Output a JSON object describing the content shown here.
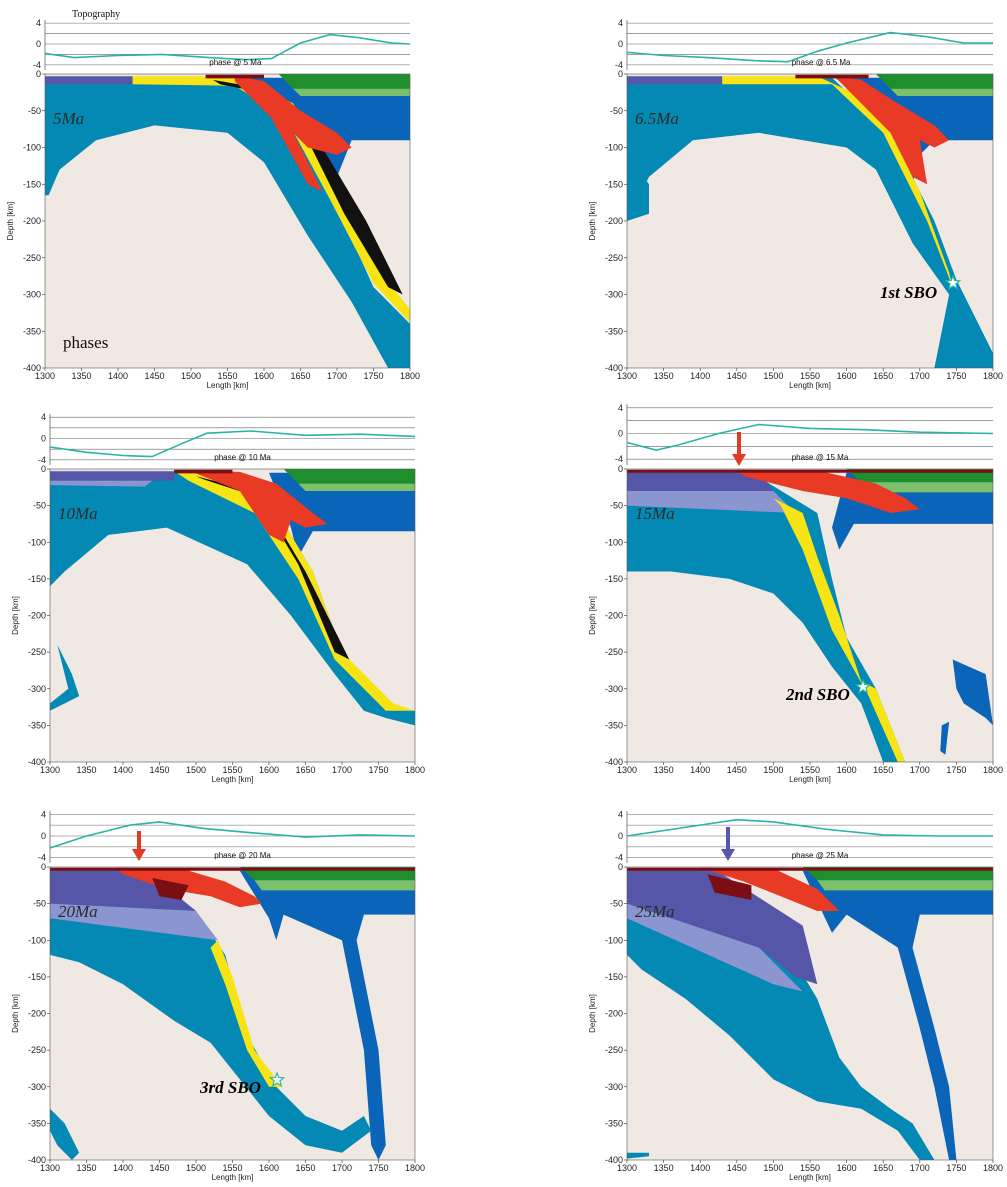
{
  "colors": {
    "background": "#efe8e3",
    "upper_crust_green": "#1f8f2e",
    "lower_crust_green": "#7cc06a",
    "lithosphere_blue": "#0a64b8",
    "slab_teal": "#0489b5",
    "sediment_red": "#e83a24",
    "dark_crust": "#7a0e14",
    "purple_crust": "#5656a8",
    "light_purple": "#8b95d0",
    "yellow_oceanic": "#f7e414",
    "black": "#111111",
    "topo_line": "#2ab3a8",
    "red_arrow": "#e23a24",
    "purple_arrow": "#5a55ad"
  },
  "topography_title": "Topography",
  "phases_label": "phases",
  "topo_axis": {
    "ticks": [
      "4",
      "0",
      "-4"
    ]
  },
  "x_axis": {
    "label": "Length [km]",
    "ticks": [
      "1300",
      "1350",
      "1400",
      "1450",
      "1500",
      "1550",
      "1600",
      "1650",
      "1700",
      "1750",
      "1800"
    ]
  },
  "y_axis": {
    "label": "Depth [km]",
    "ticks": [
      "0",
      "-50",
      "-100",
      "-150",
      "-200",
      "-250",
      "-300",
      "-350",
      "-400"
    ]
  },
  "panels": [
    {
      "time": "5Ma",
      "caption": "phase @ 5 Ma",
      "sbo": ""
    },
    {
      "time": "6.5Ma",
      "caption": "phase @ 6.5 Ma",
      "sbo": "1st SBO"
    },
    {
      "time": "10Ma",
      "caption": "phase @ 10 Ma",
      "sbo": ""
    },
    {
      "time": "15Ma",
      "caption": "phase @ 15 Ma",
      "sbo": "2nd SBO"
    },
    {
      "time": "20Ma",
      "caption": "phase @ 20 Ma",
      "sbo": "3rd SBO"
    },
    {
      "time": "25Ma",
      "caption": "phase @ 25 Ma",
      "sbo": ""
    }
  ]
}
